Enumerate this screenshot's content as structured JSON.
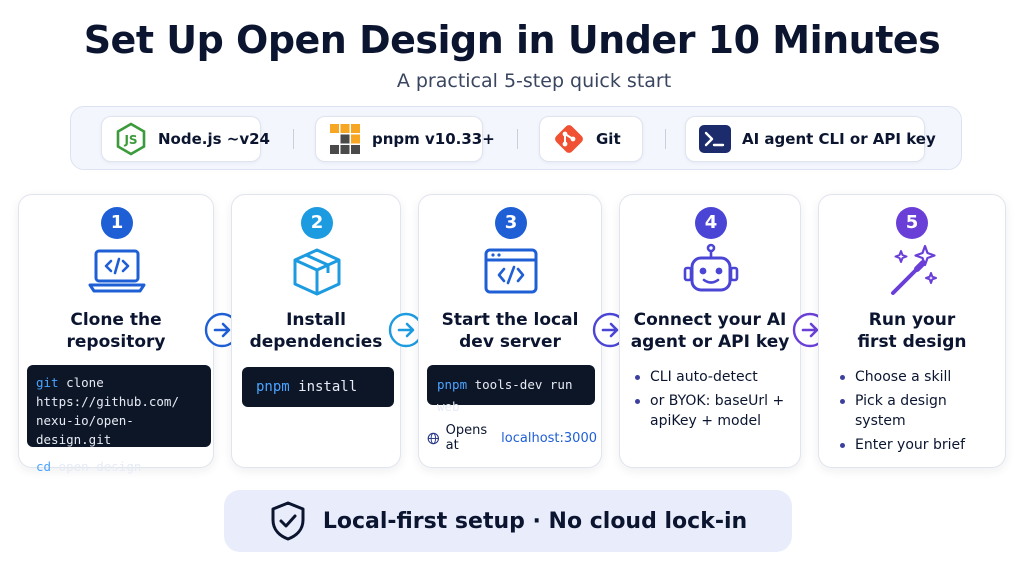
{
  "title": "Set Up Open Design in Under 10 Minutes",
  "subtitle": "A practical 5-step quick start",
  "prerequisites": [
    {
      "label": "Node.js ~v24",
      "icon": "nodejs-icon"
    },
    {
      "label": "pnpm v10.33+",
      "icon": "pnpm-icon"
    },
    {
      "label": "Git",
      "icon": "git-icon"
    },
    {
      "label": "AI agent CLI or API key",
      "icon": "terminal-icon"
    }
  ],
  "steps": [
    {
      "number": "1",
      "title_lines": [
        "Clone the",
        "repository"
      ],
      "icon": "laptop-code-icon",
      "color": "#1f5fd6",
      "code": {
        "line1_cmd": "git",
        "line1_rest": " clone https://github.com/",
        "line2": "nexu-io/open-design.git",
        "line3_cmd": "cd",
        "line3_rest": " open-design"
      }
    },
    {
      "number": "2",
      "title_lines": [
        "Install",
        "dependencies"
      ],
      "icon": "package-box-icon",
      "color": "#1d9be0",
      "code": {
        "cmd": "pnpm",
        "rest": " install"
      }
    },
    {
      "number": "3",
      "title_lines": [
        "Start the local",
        "dev server"
      ],
      "icon": "browser-code-icon",
      "color": "#1f5fd6",
      "code": {
        "cmd": "pnpm",
        "rest": " tools-dev run web"
      },
      "opens_prefix": "Opens at",
      "opens_link": "localhost:3000"
    },
    {
      "number": "4",
      "title_lines": [
        "Connect your AI",
        "agent or API key"
      ],
      "icon": "robot-icon",
      "color": "#4b45d6",
      "bullets": [
        "CLI auto-detect",
        "or BYOK: baseUrl + apiKey + model"
      ]
    },
    {
      "number": "5",
      "title_lines": [
        "Run your",
        "first design"
      ],
      "icon": "magic-wand-icon",
      "color": "#6a3fd8",
      "bullets": [
        "Choose a skill",
        "Pick a design system",
        "Enter your brief"
      ]
    }
  ],
  "footer": {
    "text": "Local-first setup · No cloud lock-in",
    "icon": "shield-check-icon"
  },
  "colors": {
    "navy": "#0b1530",
    "blue": "#1f5fd6",
    "sky": "#1d9be0",
    "indigo": "#4b45d6",
    "violet": "#6a3fd8",
    "node_green": "#3b9a3a",
    "git_orange": "#f05133"
  }
}
